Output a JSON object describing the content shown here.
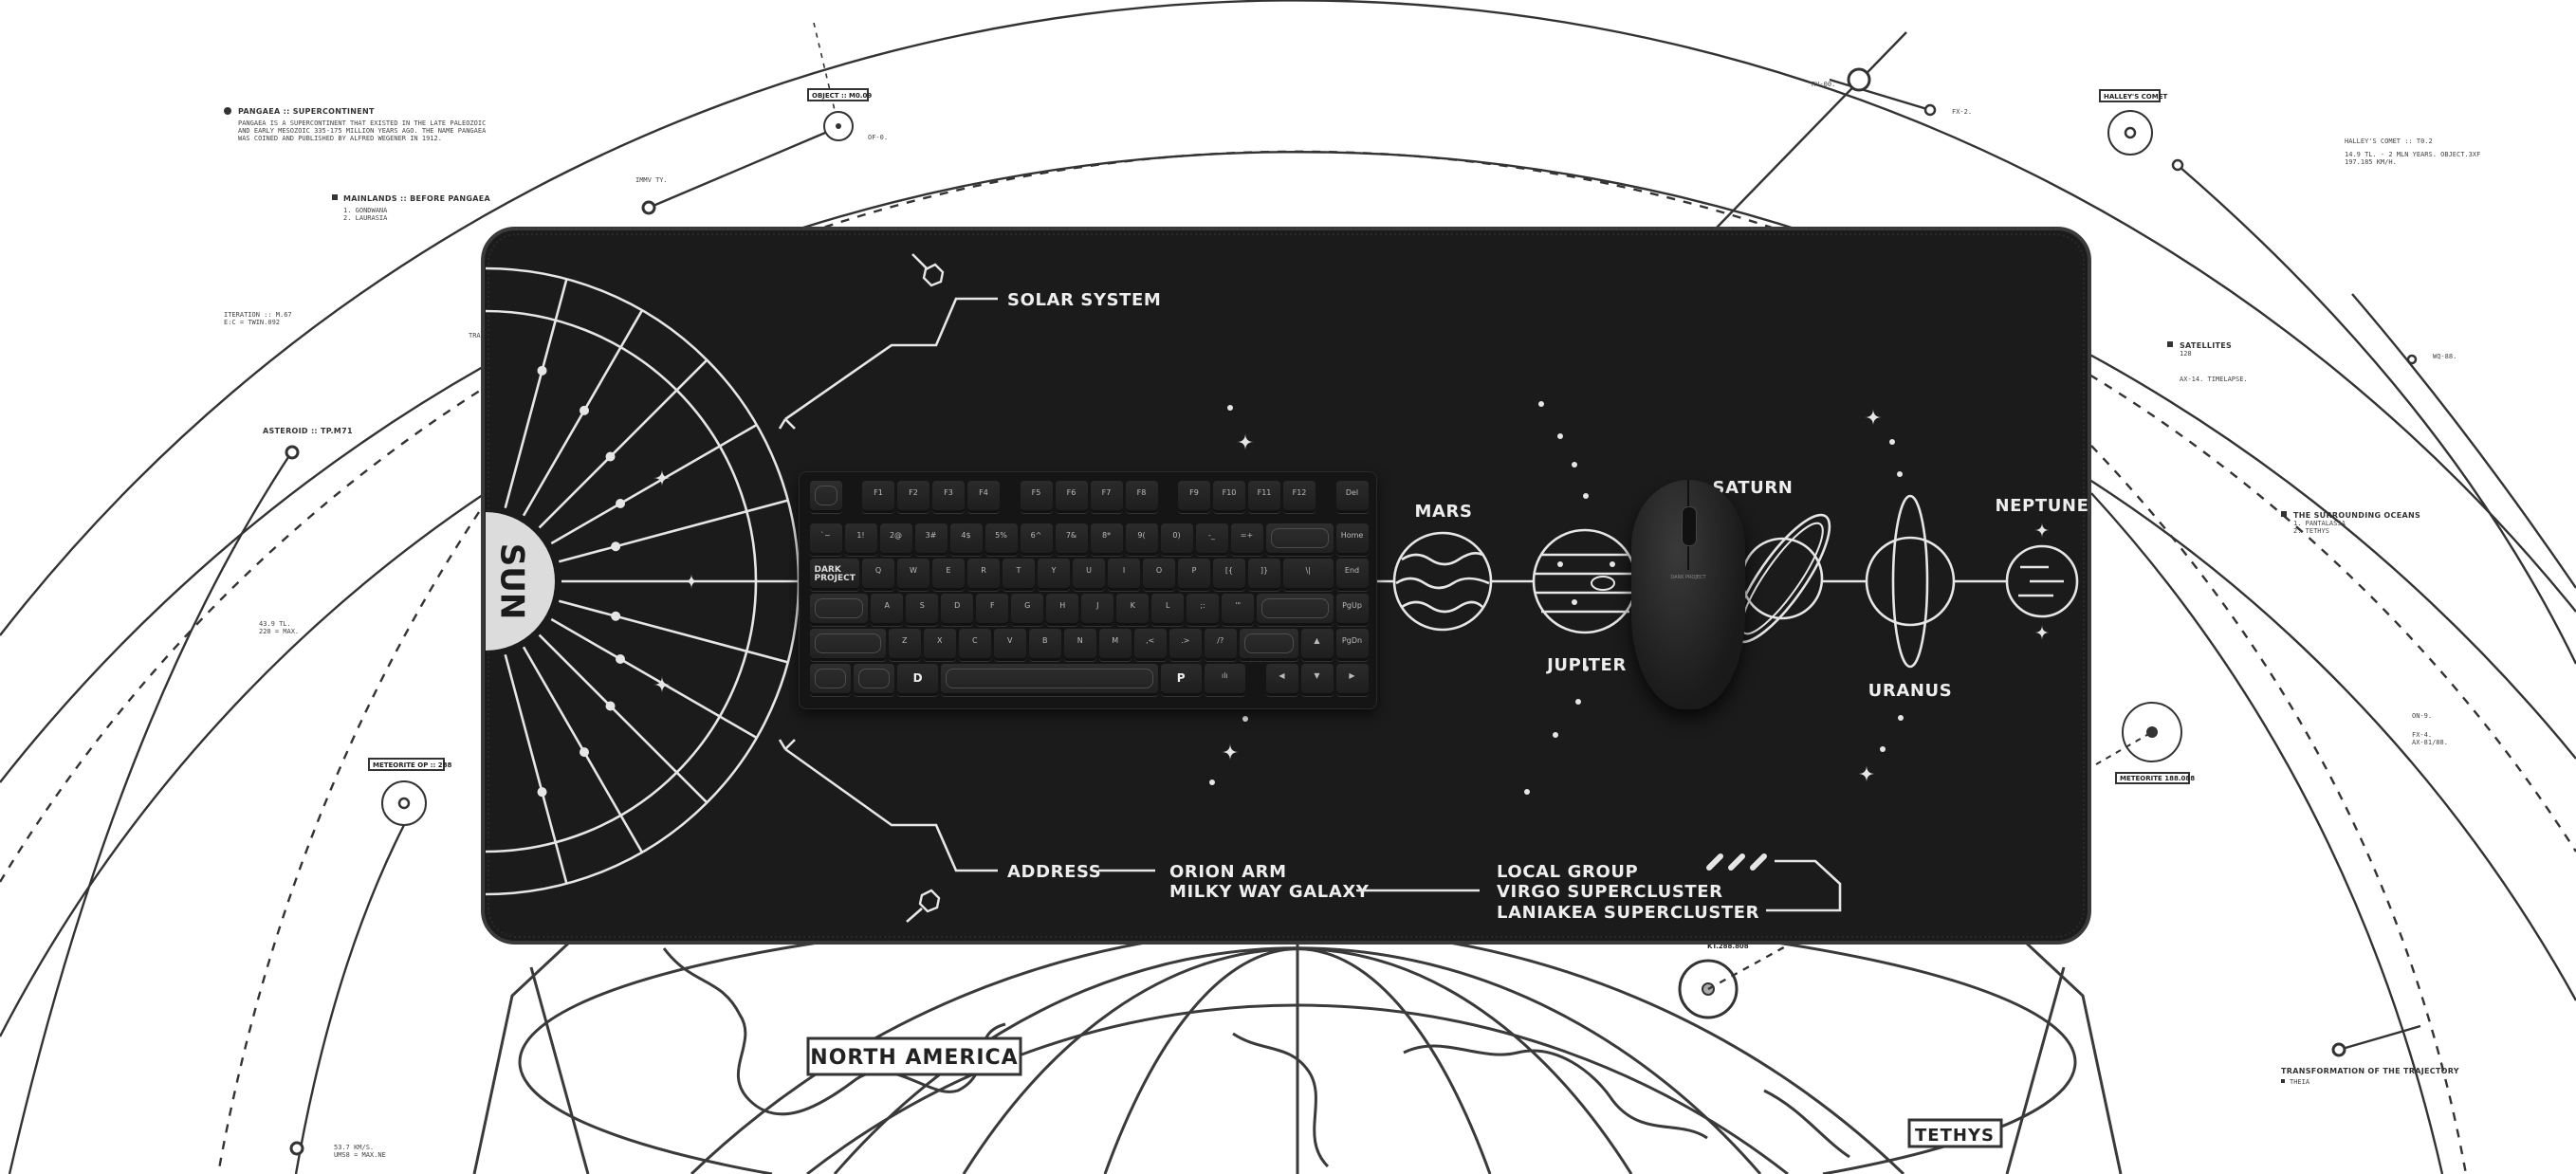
{
  "background": {
    "pangaea": {
      "title": "PANGAEA :: SUPERCONTINENT",
      "lines": [
        "PANGAEA IS A SUPERCONTINENT THAT EXISTED IN THE LATE PALEOZOIC",
        "AND EARLY MESOZOIC 335-175 MILLION YEARS AGO. THE NAME PANGAEA",
        "WAS COINED AND PUBLISHED BY ALFRED WEGENER IN 1912."
      ]
    },
    "mainlands": {
      "title": "MAINLANDS :: BEFORE PANGAEA",
      "items": [
        "1. GONDWANA",
        "2. LAURASIA"
      ]
    },
    "iteration": [
      "ITERATION :: M.67",
      "E:C = TWIN.092"
    ],
    "traj": "TRAJ",
    "asteroid": "ASTEROID :: TP.M71",
    "immv": "IMMV TY.",
    "object_tag": "OBJECT :: M0.09",
    "of0": "OF-0.",
    "rv00": "RV-00.",
    "fx2": "FX-2.",
    "halley_tag": "HALLEY'S COMET",
    "halley": [
      "HALLEY'S COMET :: T0.2",
      "14.9 TL. - 2 MLN YEARS. OBJECT.3XF",
      "197.185 KM/H."
    ],
    "satellites": {
      "title": "SATELLITES",
      "count": "128",
      "note": "AX-14. TIMELAPSE."
    },
    "wq88": "WQ-88.",
    "oceans": {
      "title": "THE SURROUNDING OCEANS",
      "items": [
        "1. PANTALASSA",
        "2. TETHYS"
      ]
    },
    "meteorite_right_tag": "METEORITE 188.088",
    "on9": "ON-9.",
    "fx4": [
      "FX-4.",
      "AX-81/88."
    ],
    "trajectory": {
      "title": "TRANSFORMATION OF THE TRAJECTORY",
      "item": "THEIA"
    },
    "tl439": [
      "43.9 TL.",
      "220 = MAX."
    ],
    "meteorite_left_tag": "METEORITE OP :: 288",
    "kms": [
      "53.7 KM/S.",
      "UMS8 = MAX.NE"
    ],
    "kt_tag": "KT.288.808"
  },
  "globe": {
    "north_america": "NORTH AMERICA",
    "tethys": "TETHYS"
  },
  "mat": {
    "sun_label": "SUN",
    "solar_system": "SOLAR SYSTEM",
    "address": "ADDRESS",
    "address_lines": [
      "ORION ARM",
      "MILKY WAY GALAXY"
    ],
    "cluster_lines": [
      "LOCAL GROUP",
      "VIRGO SUPERCLUSTER",
      "LANIAKEA SUPERCLUSTER"
    ],
    "planets": {
      "mars": "MARS",
      "jupiter": "JUPITER",
      "saturn": "SATURN",
      "uranus": "URANUS",
      "neptune": "NEPTUNE"
    }
  },
  "keyboard": {
    "rows": [
      [
        "",
        "F1",
        "F2",
        "F3",
        "F4",
        "F5",
        "F6",
        "F7",
        "F8",
        "F9",
        "F10",
        "F11",
        "F12",
        "Del"
      ],
      [
        "`~",
        "1!",
        "2@",
        "3#",
        "4$",
        "5%",
        "6^",
        "7&",
        "8*",
        "9(",
        "0)",
        "-_",
        "=+",
        "",
        "Home"
      ],
      [
        "DARK PROJECT",
        "Q",
        "W",
        "E",
        "R",
        "T",
        "Y",
        "U",
        "I",
        "O",
        "P",
        "[{",
        "]}",
        "\\|",
        "End"
      ],
      [
        "",
        "A",
        "S",
        "D",
        "F",
        "G",
        "H",
        "J",
        "K",
        "L",
        ";:",
        "'\"",
        "",
        "PgUp"
      ],
      [
        "",
        "Z",
        "X",
        "C",
        "V",
        "B",
        "N",
        "M",
        ",<",
        ".>",
        "/?",
        "",
        "▲",
        "PgDn"
      ],
      [
        "",
        "",
        "D",
        "",
        "P",
        "ılı",
        "◀",
        "▼",
        "▶"
      ]
    ]
  },
  "mouse": {
    "brand": "DARK PROJECT"
  }
}
